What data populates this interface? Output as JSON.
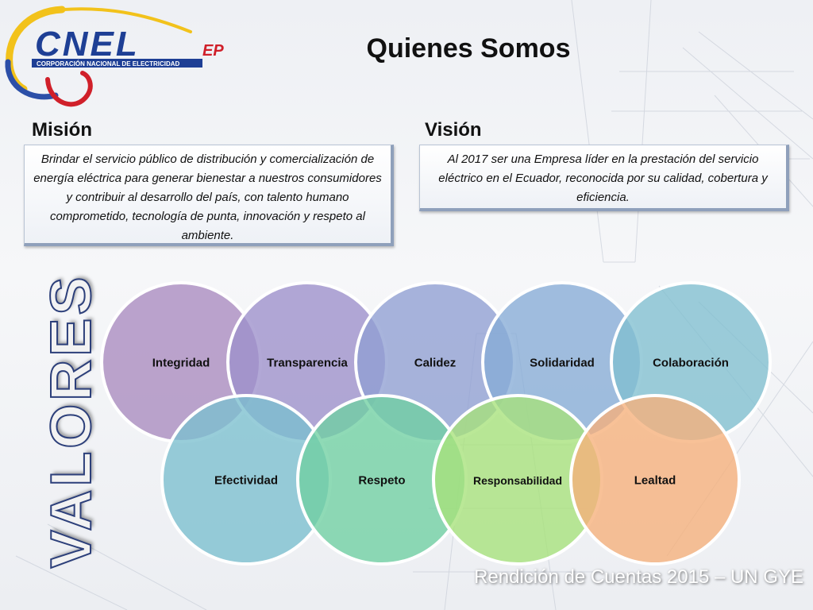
{
  "logo": {
    "brand": "CNEL",
    "suffix": "EP",
    "subtitle": "CORPORACIÓN NACIONAL DE ELECTRICIDAD"
  },
  "title": "Quienes Somos",
  "mision": {
    "label": "Misión",
    "text": "Brindar el servicio público de distribución y comercialización de energía eléctrica para generar bienestar a nuestros consumidores y contribuir al desarrollo del país, con talento humano comprometido, tecnología de punta, innovación y respeto al ambiente."
  },
  "vision": {
    "label": "Visión",
    "text": "Al 2017 ser una Empresa líder en la prestación del servicio eléctrico en el Ecuador, reconocida por su calidad, cobertura y eficiencia."
  },
  "valores_label": "VALORES",
  "values": [
    {
      "label": "Integridad",
      "color": "#a98bbf"
    },
    {
      "label": "Transparencia",
      "color": "#9c8fca"
    },
    {
      "label": "Calidez",
      "color": "#8f9fd2"
    },
    {
      "label": "Solidaridad",
      "color": "#86acd6"
    },
    {
      "label": "Colaboración",
      "color": "#80bfd0"
    },
    {
      "label": "Efectividad",
      "color": "#7bbfce"
    },
    {
      "label": "Respeto",
      "color": "#6fd0a2"
    },
    {
      "label": "Responsabilidad",
      "color": "#a6e27a"
    },
    {
      "label": "Lealtad",
      "color": "#f6b07a"
    }
  ],
  "footer": "Rendición de Cuentas 2015 – UN GYE"
}
